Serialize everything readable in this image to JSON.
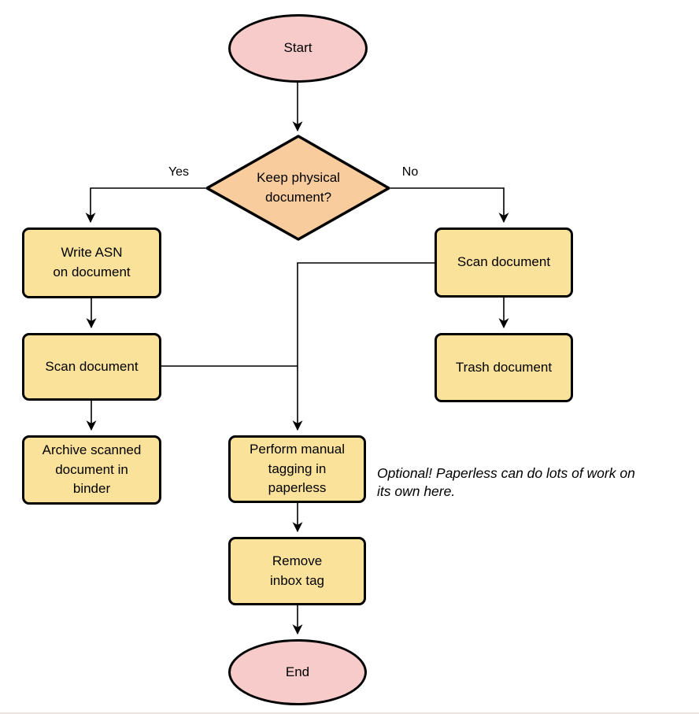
{
  "diagram": {
    "nodes": {
      "start": {
        "label": "Start",
        "type": "terminator"
      },
      "decision": {
        "label": "Keep physical\ndocument?",
        "type": "decision"
      },
      "write_asn": {
        "label": "Write ASN\non document",
        "type": "process"
      },
      "scan_left": {
        "label": "Scan document",
        "type": "process"
      },
      "archive": {
        "label": "Archive scanned\ndocument in\nbinder",
        "type": "process"
      },
      "scan_right": {
        "label": "Scan document",
        "type": "process"
      },
      "trash": {
        "label": "Trash document",
        "type": "process"
      },
      "perform_tagging": {
        "label": "Perform manual\ntagging in\npaperless",
        "type": "process"
      },
      "remove_inbox": {
        "label": "Remove\ninbox tag",
        "type": "process"
      },
      "end": {
        "label": "End",
        "type": "terminator"
      }
    },
    "edge_labels": {
      "yes": "Yes",
      "no": "No"
    },
    "edges": [
      {
        "from": "start",
        "to": "decision",
        "label": ""
      },
      {
        "from": "decision",
        "to": "write_asn",
        "label": "Yes"
      },
      {
        "from": "decision",
        "to": "scan_right",
        "label": "No"
      },
      {
        "from": "write_asn",
        "to": "scan_left",
        "label": ""
      },
      {
        "from": "scan_left",
        "to": "archive",
        "label": ""
      },
      {
        "from": "scan_left",
        "to": "perform_tagging",
        "label": ""
      },
      {
        "from": "scan_right",
        "to": "perform_tagging",
        "label": ""
      },
      {
        "from": "scan_right",
        "to": "trash",
        "label": ""
      },
      {
        "from": "perform_tagging",
        "to": "remove_inbox",
        "label": ""
      },
      {
        "from": "remove_inbox",
        "to": "end",
        "label": ""
      }
    ],
    "annotation": "Optional! Paperless can do lots of work on\nits own here.",
    "colors": {
      "terminator_fill": "#f8cbcb",
      "decision_fill": "#f8cc9d",
      "process_fill": "#fae29b",
      "stroke": "#000000",
      "background": "#ffffff"
    }
  }
}
